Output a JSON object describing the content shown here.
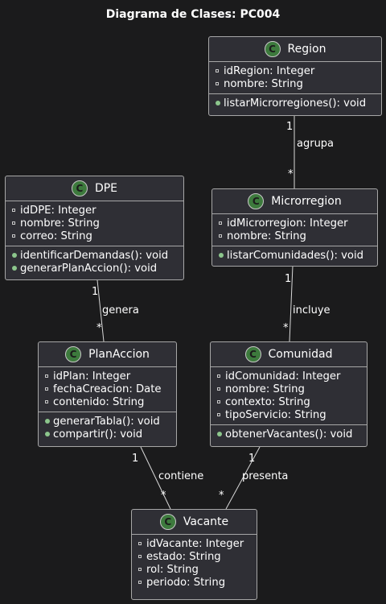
{
  "title": "Diagrama de Clases: PC004",
  "classes": {
    "region": {
      "name": "Region",
      "attributes": [
        "idRegion: Integer",
        "nombre: String"
      ],
      "methods": [
        "listarMicrorregiones(): void"
      ]
    },
    "dpe": {
      "name": "DPE",
      "attributes": [
        "idDPE: Integer",
        "nombre: String",
        "correo: String"
      ],
      "methods": [
        "identificarDemandas(): void",
        "generarPlanAccion(): void"
      ]
    },
    "microrregion": {
      "name": "Microrregion",
      "attributes": [
        "idMicrorregion: Integer",
        "nombre: String"
      ],
      "methods": [
        "listarComunidades(): void"
      ]
    },
    "planaccion": {
      "name": "PlanAccion",
      "attributes": [
        "idPlan: Integer",
        "fechaCreacion: Date",
        "contenido: String"
      ],
      "methods": [
        "generarTabla(): void",
        "compartir(): void"
      ]
    },
    "comunidad": {
      "name": "Comunidad",
      "attributes": [
        "idComunidad: Integer",
        "nombre: String",
        "contexto: String",
        "tipoServicio: String"
      ],
      "methods": [
        "obtenerVacantes(): void"
      ]
    },
    "vacante": {
      "name": "Vacante",
      "attributes": [
        "idVacante: Integer",
        "estado: String",
        "rol: String",
        "periodo: String"
      ],
      "methods": []
    }
  },
  "badge_letter": "C",
  "relations": {
    "agrupa": {
      "label": "agrupa",
      "from_mult": "1",
      "to_mult": "*"
    },
    "genera": {
      "label": "genera",
      "from_mult": "1",
      "to_mult": "*"
    },
    "incluye": {
      "label": "incluye",
      "from_mult": "1",
      "to_mult": "*"
    },
    "contiene": {
      "label": "contiene",
      "from_mult": "1",
      "to_mult": "*"
    },
    "presenta": {
      "label": "presenta",
      "from_mult": "1",
      "to_mult": "*"
    }
  },
  "colors": {
    "background": "#1b1b1c",
    "box": "#2f2f35",
    "border": "#a7a7a7",
    "badge": "#3d7a3d",
    "public_marker": "#8cc68c"
  }
}
